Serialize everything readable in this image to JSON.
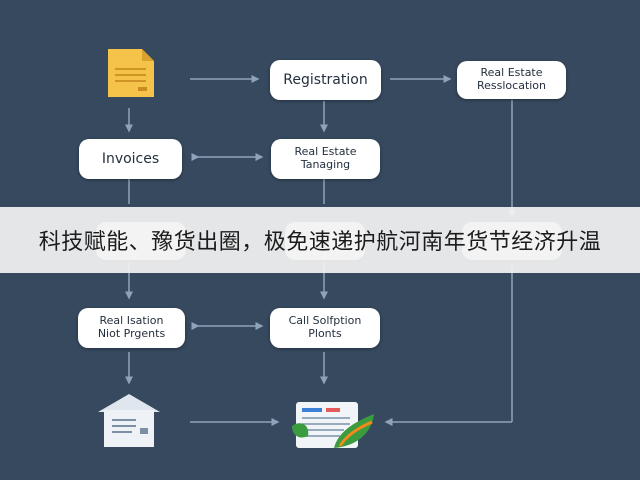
{
  "nodes": {
    "registration": "Registration",
    "real_estate_resolution": "Real Estate\nResslocation",
    "invoices": "Invoices",
    "real_estate_managing": "Real Estate\nTanaging",
    "real_isation_plan": "Real Isation\nNiot Prgents",
    "call_solution": "Call Solfption\nPlonts"
  },
  "banner": {
    "text": "科技赋能、豫货出圈，极免速递护航河南年货节经济升温"
  },
  "colors": {
    "background": "#36495f",
    "arrow": "#8fa2b8",
    "document_icon": "#f6c34a",
    "house_icon": "#eef2f6",
    "leaf_green": "#3a9b3f",
    "leaf_orange": "#f08a1c"
  },
  "icons": {
    "document": "document-icon",
    "house": "house-document-icon",
    "report": "report-leaf-icon"
  }
}
